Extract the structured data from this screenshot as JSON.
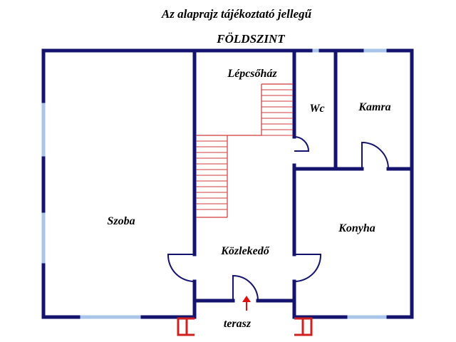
{
  "header": {
    "title": "Az alaprajz tájékoztató jellegű",
    "floor": "FÖLDSZINT"
  },
  "rooms": {
    "szoba": "Szoba",
    "lepcsohaz": "Lépcsőház",
    "wc": "Wc",
    "kamra": "Kamra",
    "konyha": "Konyha",
    "kozlekedo": "Közlekedő",
    "terasz": "terasz"
  },
  "colors": {
    "wall": "#14146e",
    "window": "#a9c6e8",
    "stairs": "#d03a3a",
    "entrance_arrow": "#e01010"
  }
}
